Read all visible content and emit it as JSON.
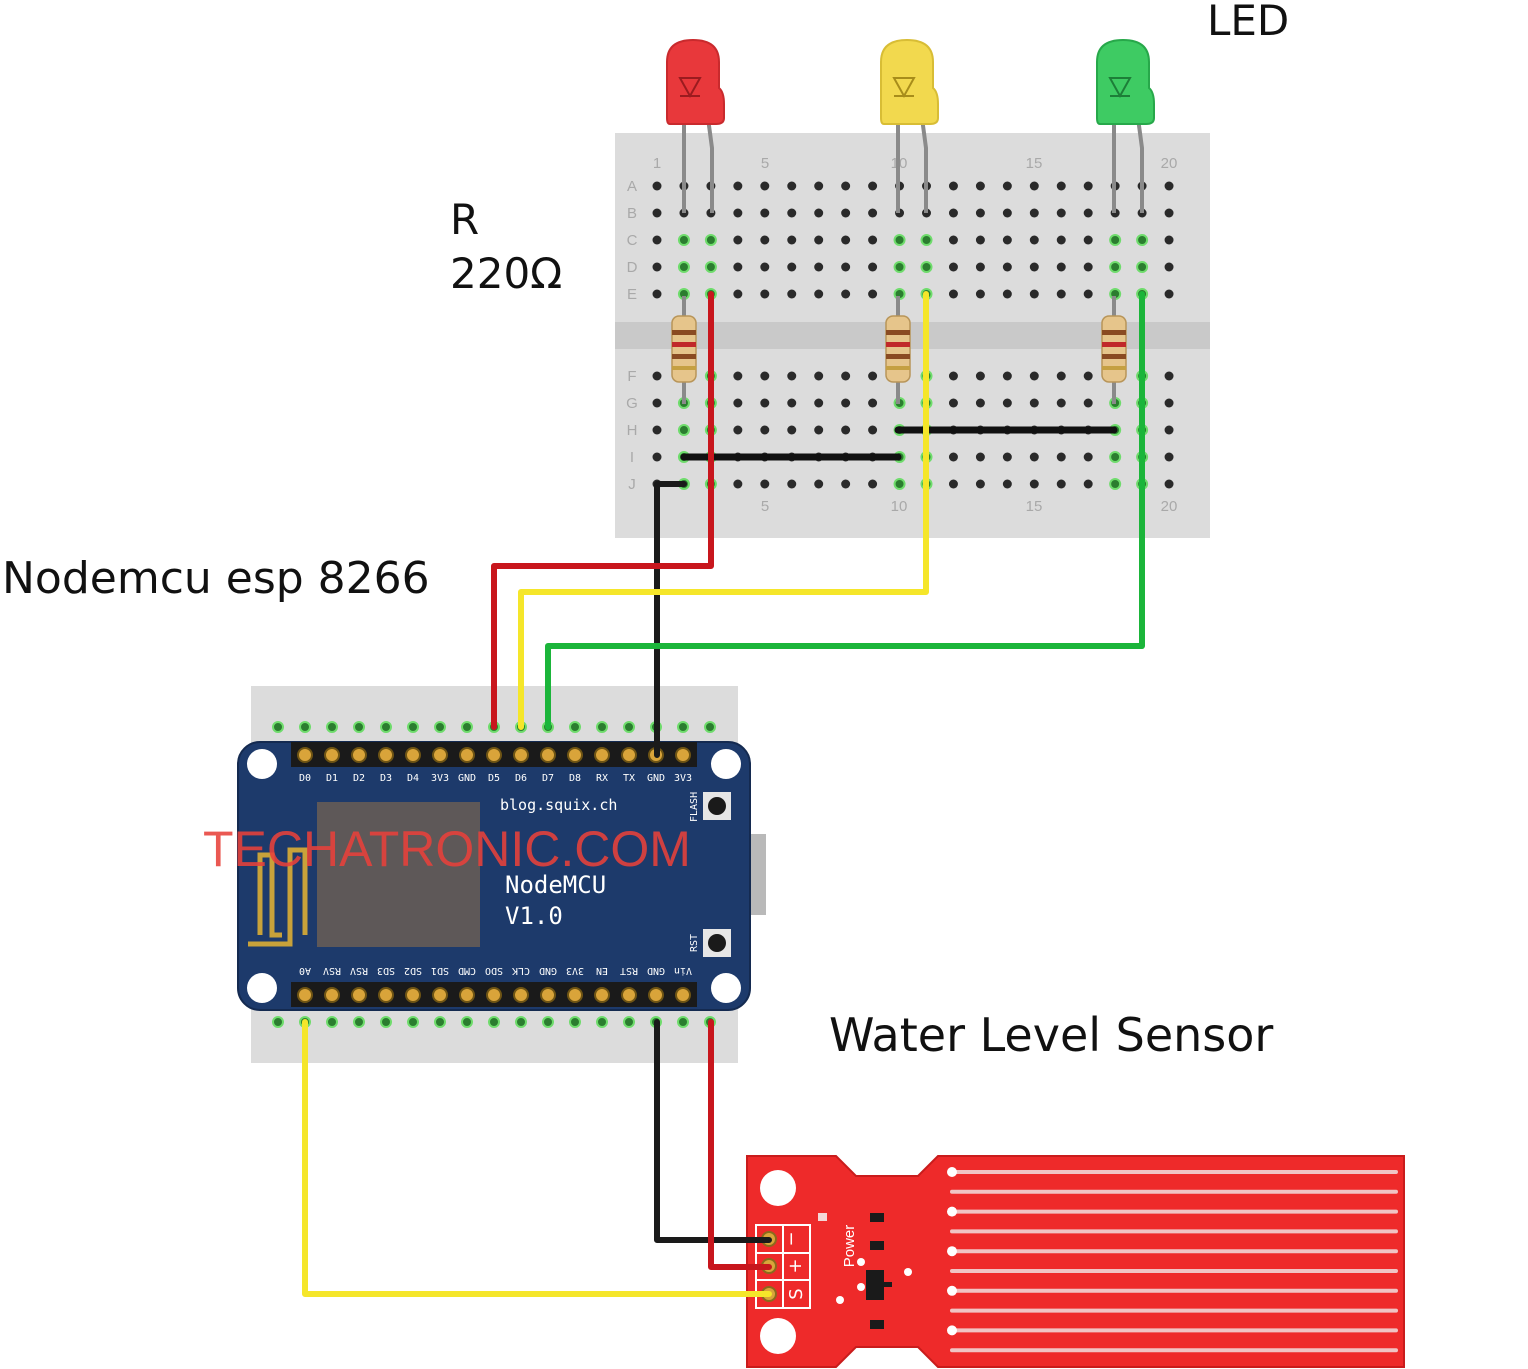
{
  "labels": {
    "led": "LED",
    "resistor_name": "R",
    "resistor_value": "220Ω",
    "mcu": "Nodemcu esp 8266",
    "sensor": "Water Level Sensor"
  },
  "watermark": "TECHATRONIC.COM",
  "breadboard": {
    "rows_top": [
      "A",
      "B",
      "C",
      "D",
      "E"
    ],
    "rows_bottom": [
      "F",
      "G",
      "H",
      "I",
      "J"
    ],
    "column_numbers": [
      "1",
      "5",
      "10",
      "15",
      "20"
    ]
  },
  "leds": [
    {
      "color_name": "red",
      "color": "#e8383b"
    },
    {
      "color_name": "yellow",
      "color": "#f2d94e"
    },
    {
      "color_name": "green",
      "color": "#3ecb63"
    }
  ],
  "nodemcu": {
    "site": "blog.squix.ch",
    "name": "NodeMCU",
    "version": "V1.0",
    "flash_label": "FLASH",
    "rst_label": "RST",
    "top_pins": [
      "D0",
      "D1",
      "D2",
      "D3",
      "D4",
      "3V3",
      "GND",
      "D5",
      "D6",
      "D7",
      "D8",
      "RX",
      "TX",
      "GND",
      "3V3"
    ],
    "bottom_pins": [
      "A0",
      "RSV",
      "RSV",
      "SD3",
      "SD2",
      "SD1",
      "CMD",
      "SDO",
      "CLK",
      "GND",
      "3V3",
      "EN",
      "RST",
      "GND",
      "Vin"
    ]
  },
  "sensor": {
    "power_label": "Power",
    "pin_minus": "−",
    "pin_plus": "+",
    "pin_signal": "S"
  },
  "colors": {
    "wire_red": "#c8161d",
    "wire_yellow": "#f5e62a",
    "wire_green": "#1bb53a",
    "wire_black": "#222222",
    "board_blue": "#1d3a6b",
    "sensor_red": "#ee2a2a"
  }
}
